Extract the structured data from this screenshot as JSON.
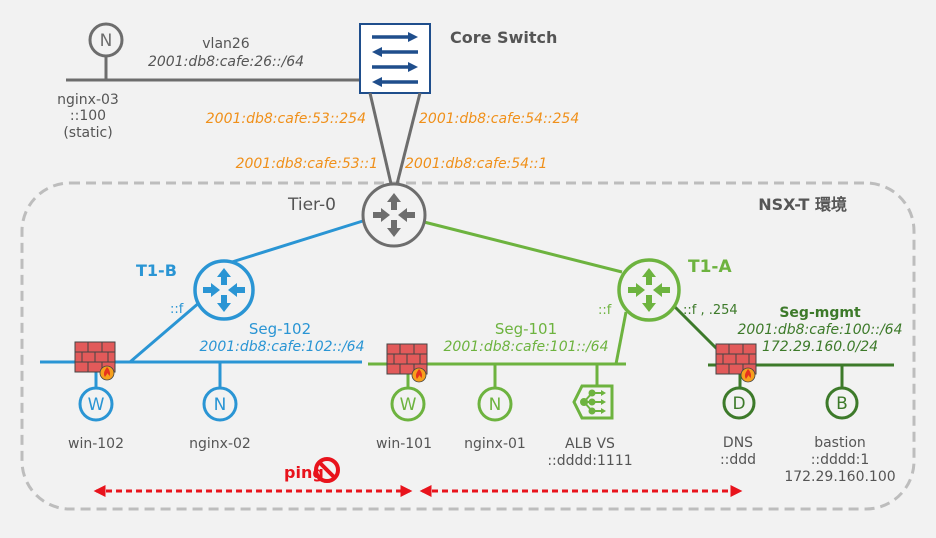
{
  "colors": {
    "background": "#f2f2f2",
    "physical_gray": "#6d6d6d",
    "switch_blue": "#1f4e8c",
    "t1b_blue": "#2a95d4",
    "t1a_green": "#6db33f",
    "mgmt_green": "#3d7a2a",
    "uplink_orange": "#f0901a",
    "ping_red": "#e8131c",
    "nsx_border": "#bdbdbd"
  },
  "physical": {
    "core_switch": {
      "label": "Core Switch",
      "icon": "switch-icon"
    },
    "vlan": {
      "name": "vlan26",
      "prefix": "2001:db8:cafe:26::/64"
    },
    "nginx03": {
      "letter": "N",
      "name": "nginx-03",
      "addr": "::100",
      "note": "(static)"
    },
    "uplinks": {
      "left_switch_side": "2001:db8:cafe:53::254",
      "right_switch_side": "2001:db8:cafe:54::254",
      "left_tier0_side": "2001:db8:cafe:53::1",
      "right_tier0_side": "2001:db8:cafe:54::1"
    }
  },
  "nsx": {
    "region_label": "NSX-T 環境",
    "tier0": {
      "label": "Tier-0",
      "icon": "router-icon"
    },
    "t1b": {
      "label": "T1-B",
      "iface": "::f",
      "segment": {
        "name": "Seg-102",
        "prefix": "2001:db8:cafe:102::/64"
      },
      "hosts": [
        {
          "letter": "W",
          "name": "win-102"
        },
        {
          "letter": "N",
          "name": "nginx-02"
        }
      ]
    },
    "t1a": {
      "label": "T1-A",
      "iface_seg101": "::f",
      "iface_mgmt": "::f , .254",
      "segment": {
        "name": "Seg-101",
        "prefix": "2001:db8:cafe:101::/64"
      },
      "hosts": [
        {
          "letter": "W",
          "name": "win-101"
        },
        {
          "letter": "N",
          "name": "nginx-01"
        },
        {
          "name": "ALB VS",
          "addr": "::dddd:1111",
          "icon": "load-balancer-icon"
        }
      ],
      "mgmt_segment": {
        "name": "Seg-mgmt",
        "prefix_v6": "2001:db8:cafe:100::/64",
        "prefix_v4": "172.29.160.0/24",
        "hosts": [
          {
            "letter": "D",
            "name": "DNS",
            "addr": "::ddd"
          },
          {
            "letter": "B",
            "name": "bastion",
            "addr": "::dddd:1",
            "addr_v4": "172.29.160.100"
          }
        ]
      }
    }
  },
  "ping": {
    "label": "ping",
    "status": "blocked",
    "icon": "prohibited-icon"
  }
}
